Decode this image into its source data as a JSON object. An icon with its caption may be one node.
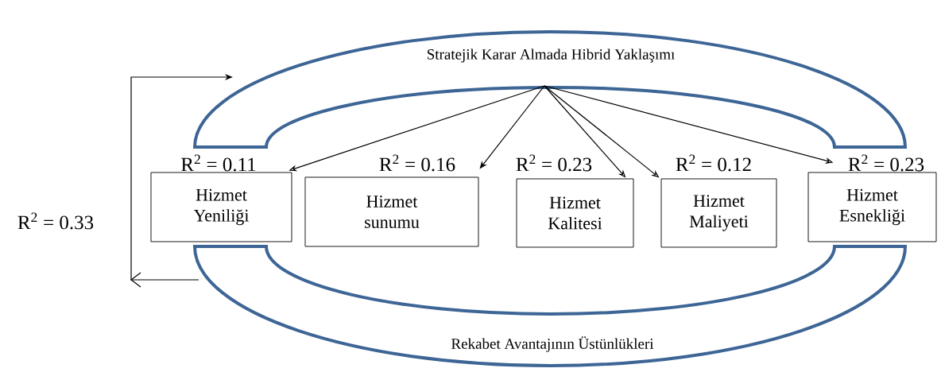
{
  "diagram": {
    "nodes": [
      {
        "text": [
          "Stratejik Karar Almada Hibrid Yaklaşımı"
        ]
      },
      {
        "text": [
          "Hizmet Yeniliği"
        ],
        "beside": [
          "R$^{2}$ = 0.11"
        ]
      },
      {
        "text": [
          "Hizmet sunumu"
        ],
        "beside": [
          "R$^{2}$ = 0.16"
        ]
      },
      {
        "text": [
          "Hizmet Kalitesi"
        ],
        "beside": [
          "R$^{2}$ = 0.23"
        ]
      },
      {
        "text": [
          "Hizmet Maliyeti"
        ],
        "beside": [
          "R$^{2}$ = 0.12"
        ]
      },
      {
        "text": [
          "Hizmet Esnekliği"
        ],
        "beside": [
          "R$^{2}$ = 0.23"
        ]
      },
      {
        "text": [
          "Rekabet Avantajının Üstünlükleri"
        ]
      }
    ],
    "edges": [
      {
        "from": 0,
        "to": 1,
        "arrow": "to"
      },
      {
        "from": 0,
        "to": 2,
        "arrow": "to"
      },
      {
        "from": 0,
        "to": 3,
        "arrow": "to"
      },
      {
        "from": 0,
        "to": 4,
        "arrow": "to"
      },
      {
        "from": 0,
        "to": 5,
        "arrow": "to"
      },
      {
        "from": 6,
        "to": 0,
        "arrow": "to",
        "label": "R$^{2}$ = 0.33"
      }
    ]
  }
}
